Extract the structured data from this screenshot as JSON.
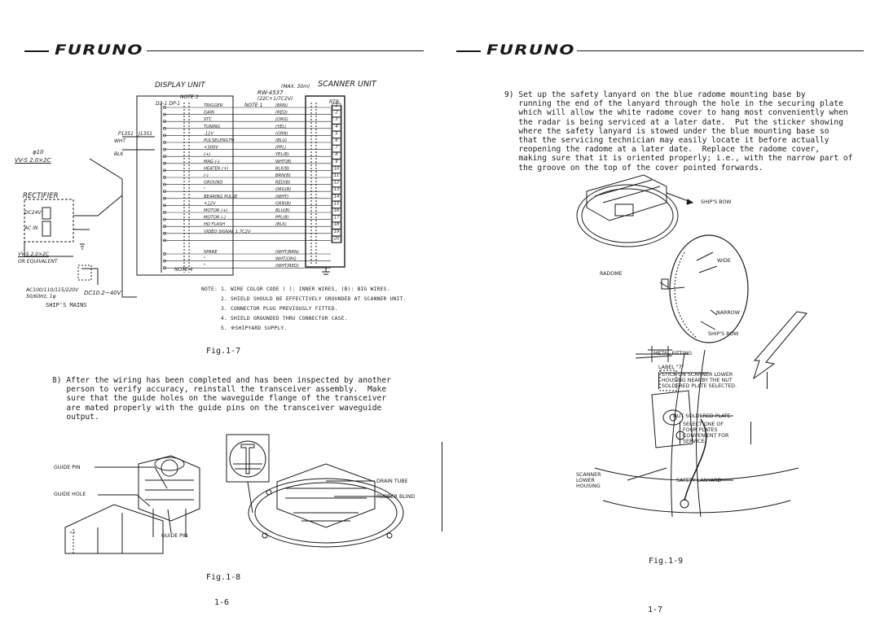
{
  "left_page": {
    "logo": "FURUNO",
    "diagram": {
      "display_unit_title": "DISPLAY UNIT",
      "scanner_unit_title": "SCANNER UNIT",
      "cable_spec": "RW-4537",
      "cable_spec_sub": "(22C+1/7C2V)",
      "note1_tag": "NOTE 1",
      "note3_tag": "NOTE 3",
      "note4_tag": "NOTE 4",
      "max_len": "(MAX. 30m)",
      "plug_d3": "D3-1 DP-1",
      "plug_p": "P1351",
      "plug_j": "J1351",
      "rtb": "RTB",
      "wht": "WHT",
      "blk": "BLK",
      "phi10": "φ10",
      "vv_cable_top": "VV-S 2.0×2C",
      "rectifier": "RECTIFIER",
      "dc24v": "DC24V",
      "ac_in": "AC IN",
      "vv_cable_bottom": "VV-S 2.0×2C",
      "or_equivalent": "OR EQUIVALENT",
      "ac_supply": "AC100/110/115/220V",
      "hz": "50/60Hz, 1φ",
      "dc_range": "DC10.2~40V",
      "ships_mains": "SHIP'S MAINS",
      "signals": [
        {
          "name": "TRIGGER",
          "wire": "(BRN)",
          "term": "1"
        },
        {
          "name": "GAIN",
          "wire": "(RED)",
          "term": "2"
        },
        {
          "name": "STC",
          "wire": "(ORG)",
          "term": "3"
        },
        {
          "name": "TUNING",
          "wire": "(YEL)",
          "term": "4"
        },
        {
          "name": "-12V",
          "wire": "(GRN)",
          "term": "5"
        },
        {
          "name": "PULSELENGTH",
          "wire": "(BLU)",
          "term": "6"
        },
        {
          "name": "+300V",
          "wire": "(PPL)",
          "term": "7"
        },
        {
          "name": "(+)",
          "wire": "YEL(B)",
          "term": "8"
        },
        {
          "name": "MAG (-)",
          "wire": "WHT(B)",
          "term": "9"
        },
        {
          "name": "HEATER (+)",
          "wire": "BLK(B)",
          "term": "10"
        },
        {
          "name": "(-)",
          "wire": "BRN(B)",
          "term": "11"
        },
        {
          "name": "GROUND",
          "wire": "RED(B)",
          "term": "12"
        },
        {
          "name": "\"",
          "wire": "ORG(B)",
          "term": "13"
        },
        {
          "name": "BEARING PULSE",
          "wire": "(WHT)",
          "term": "14"
        },
        {
          "name": "+12V",
          "wire": "GRN(B)",
          "term": "15"
        },
        {
          "name": "MOTOR (+)",
          "wire": "BLU(B)",
          "term": "16"
        },
        {
          "name": "MOTOR (-)",
          "wire": "PPL(B)",
          "term": "17"
        },
        {
          "name": "HD FLASH",
          "wire": "(BLK)",
          "term": "18"
        },
        {
          "name": "VIDEO SIGNAL 1.7C2V",
          "wire": "",
          "term": "19"
        },
        {
          "name": "",
          "wire": "",
          "term": "20"
        },
        {
          "name": "SPARE",
          "wire": "(WHT/BRN)",
          "term": ""
        },
        {
          "name": "\"",
          "wire": "WHT/ORG",
          "term": ""
        },
        {
          "name": "\"",
          "wire": "(WHT/RED)",
          "term": ""
        }
      ]
    },
    "notes": [
      "NOTE: 1. WIRE COLOR CODE ( ): INNER WIRES, (B): BIG WIRES.",
      "2. SHIELD SHOULD BE EFFECTIVELY GROUNDED AT SCANNER UNIT.",
      "3. CONNECTOR PLUG PREVIOUSLY FITTED.",
      "4. SHIELD GROUNDED THRU CONNECTOR CASE.",
      "5. ※SHIPYARD SUPPLY."
    ],
    "fig_caption_top": "Fig.1-7",
    "step8": "8) After the wiring has been completed and has been inspected by another\n   person to verify accuracy, reinstall the transceiver assembly.  Make\n   sure that the guide holes on the waveguide flange of the transceiver\n   are mated properly with the guide pins on the transceiver waveguide\n   output.",
    "fig18_labels": {
      "guide_pin_top": "GUIDE PIN",
      "guide_hole": "GUIDE HOLE",
      "guide_pin_bottom": "GUIDE PIN",
      "drain_tube": "DRAIN TUBE",
      "rubber_blind": "RUBBER BLIND"
    },
    "fig_caption_bottom": "Fig.1-8",
    "page_number": "1-6"
  },
  "right_page": {
    "logo": "FURUNO",
    "step9": "9) Set up the safety lanyard on the blue radome mounting base by\n   running the end of the lanyard through the hole in the securing plate\n   which will allow the white radome cover to hang most conveniently when\n   the radar is being serviced at a later date.  Put the sticker showing\n   where the safety lanyard is stowed under the blue mounting base so\n   that the servicing technician may easily locate it before actually\n   reopening the radome at a later date.  Replace the radome cover,\n   making sure that it is oriented properly; i.e., with the narrow part of\n   the groove on the top of the cover pointed forwards.",
    "fig19_labels": {
      "ships_bow_top": "SHIP'S BOW",
      "wide": "WIDE",
      "radome": "RADOME",
      "narrow": "NARROW",
      "ships_bow_bottom": "SHIP'S BOW",
      "metal_fitting": "METAL FITTING",
      "label7": "LABEL \"7\"",
      "sticker_text": [
        "STICK ON SCANNER LOWER",
        "HOUSING NEARBY THE NUT",
        "SOLDERED PLATE SELECTED."
      ],
      "nut_plate": "NUT SOLDERED PLATE",
      "select_text": [
        "SELECT ONE OF",
        "FOUR PLATES",
        "CONVENIENT FOR",
        "SERVICE."
      ],
      "scanner_lower": [
        "SCANNER",
        "LOWER",
        "HOUSING"
      ],
      "safety_lanyard": "SAFETY LANYARD"
    },
    "fig_caption": "Fig.1-9",
    "page_number": "1-7"
  }
}
